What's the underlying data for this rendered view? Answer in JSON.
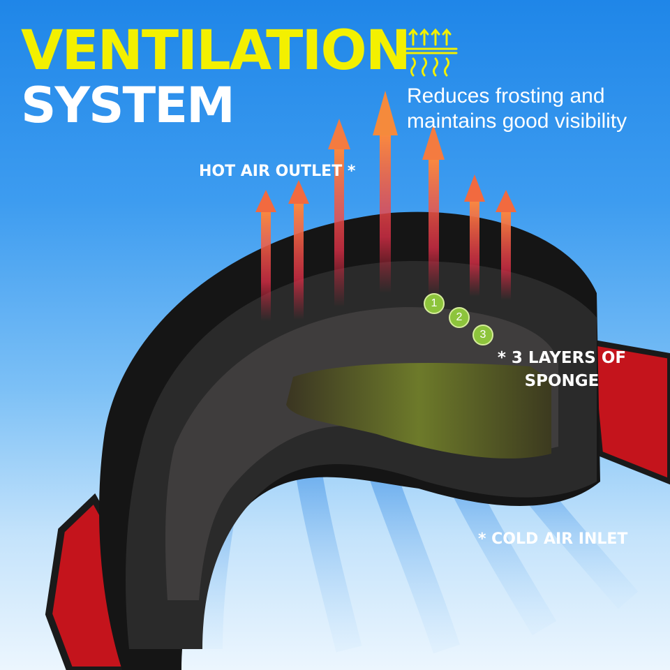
{
  "headline": {
    "line1": "VENTILATION",
    "line2": "SYSTEM"
  },
  "benefit": {
    "icon": "heat-vent-icon",
    "text": "Reduces frosting and maintains good visibility"
  },
  "labels": {
    "hot_air": "HOT AIR OUTLET *",
    "sponge": "* 3 LAYERS OF SPONGE",
    "cold_air": "* COLD AIR INLET"
  },
  "layers": [
    "1",
    "2",
    "3"
  ],
  "colors": {
    "headline_yellow": "#f3f000",
    "text_white": "#ffffff",
    "hot_arrow": "#f26a3f",
    "cold_stream": "#4a9fe8",
    "layer_badge": "#8dc43c",
    "strap_red": "#c4141c"
  }
}
